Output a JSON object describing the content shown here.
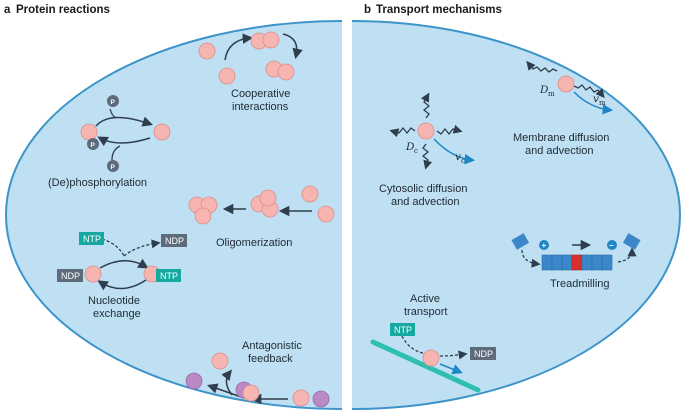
{
  "panels": {
    "a": {
      "letter": "a",
      "title": "Protein reactions"
    },
    "b": {
      "letter": "b",
      "title": "Transport mechanisms"
    }
  },
  "a_labels": {
    "cooperative_1": "Cooperative",
    "cooperative_2": "interactions",
    "phosphorylation": "(De)phosphorylation",
    "oligomerization": "Oligomerization",
    "nucleotide_1": "Nucleotide",
    "nucleotide_2": "exchange",
    "antagonistic_1": "Antagonistic",
    "antagonistic_2": "feedback"
  },
  "a_tags": {
    "ntp_top": "NTP",
    "ndp_top": "NDP",
    "ndp_left": "NDP",
    "ntp_right": "NTP",
    "phos": "P"
  },
  "b_labels": {
    "membrane_1": "Membrane diffusion",
    "membrane_2": "and advection",
    "cytosolic_1": "Cytosolic diffusion",
    "cytosolic_2": "and advection",
    "treadmilling": "Treadmilling",
    "active_1": "Active",
    "active_2": "transport"
  },
  "b_tags": {
    "ntp": "NTP",
    "ndp": "NDP"
  },
  "b_vars": {
    "D": "D",
    "v": "v",
    "sub_m": "m",
    "sub_c": "c",
    "plus": "+",
    "minus": "−"
  },
  "colors": {
    "cell_fill": "#bfe0f3",
    "cell_stroke": "#3d94c9",
    "protein": "#f7b5b1",
    "protein_stroke": "#dd8d88",
    "arrow": "#2f3e4d",
    "blue_arrow": "#1f86c6",
    "tag_teal": "#15a9a2",
    "tag_slate": "#5d6b7b",
    "purple": "#b98ac4",
    "filament": "#3b87c9",
    "filament_red": "#d8302e",
    "membrane_line": "#2fbfb0"
  }
}
